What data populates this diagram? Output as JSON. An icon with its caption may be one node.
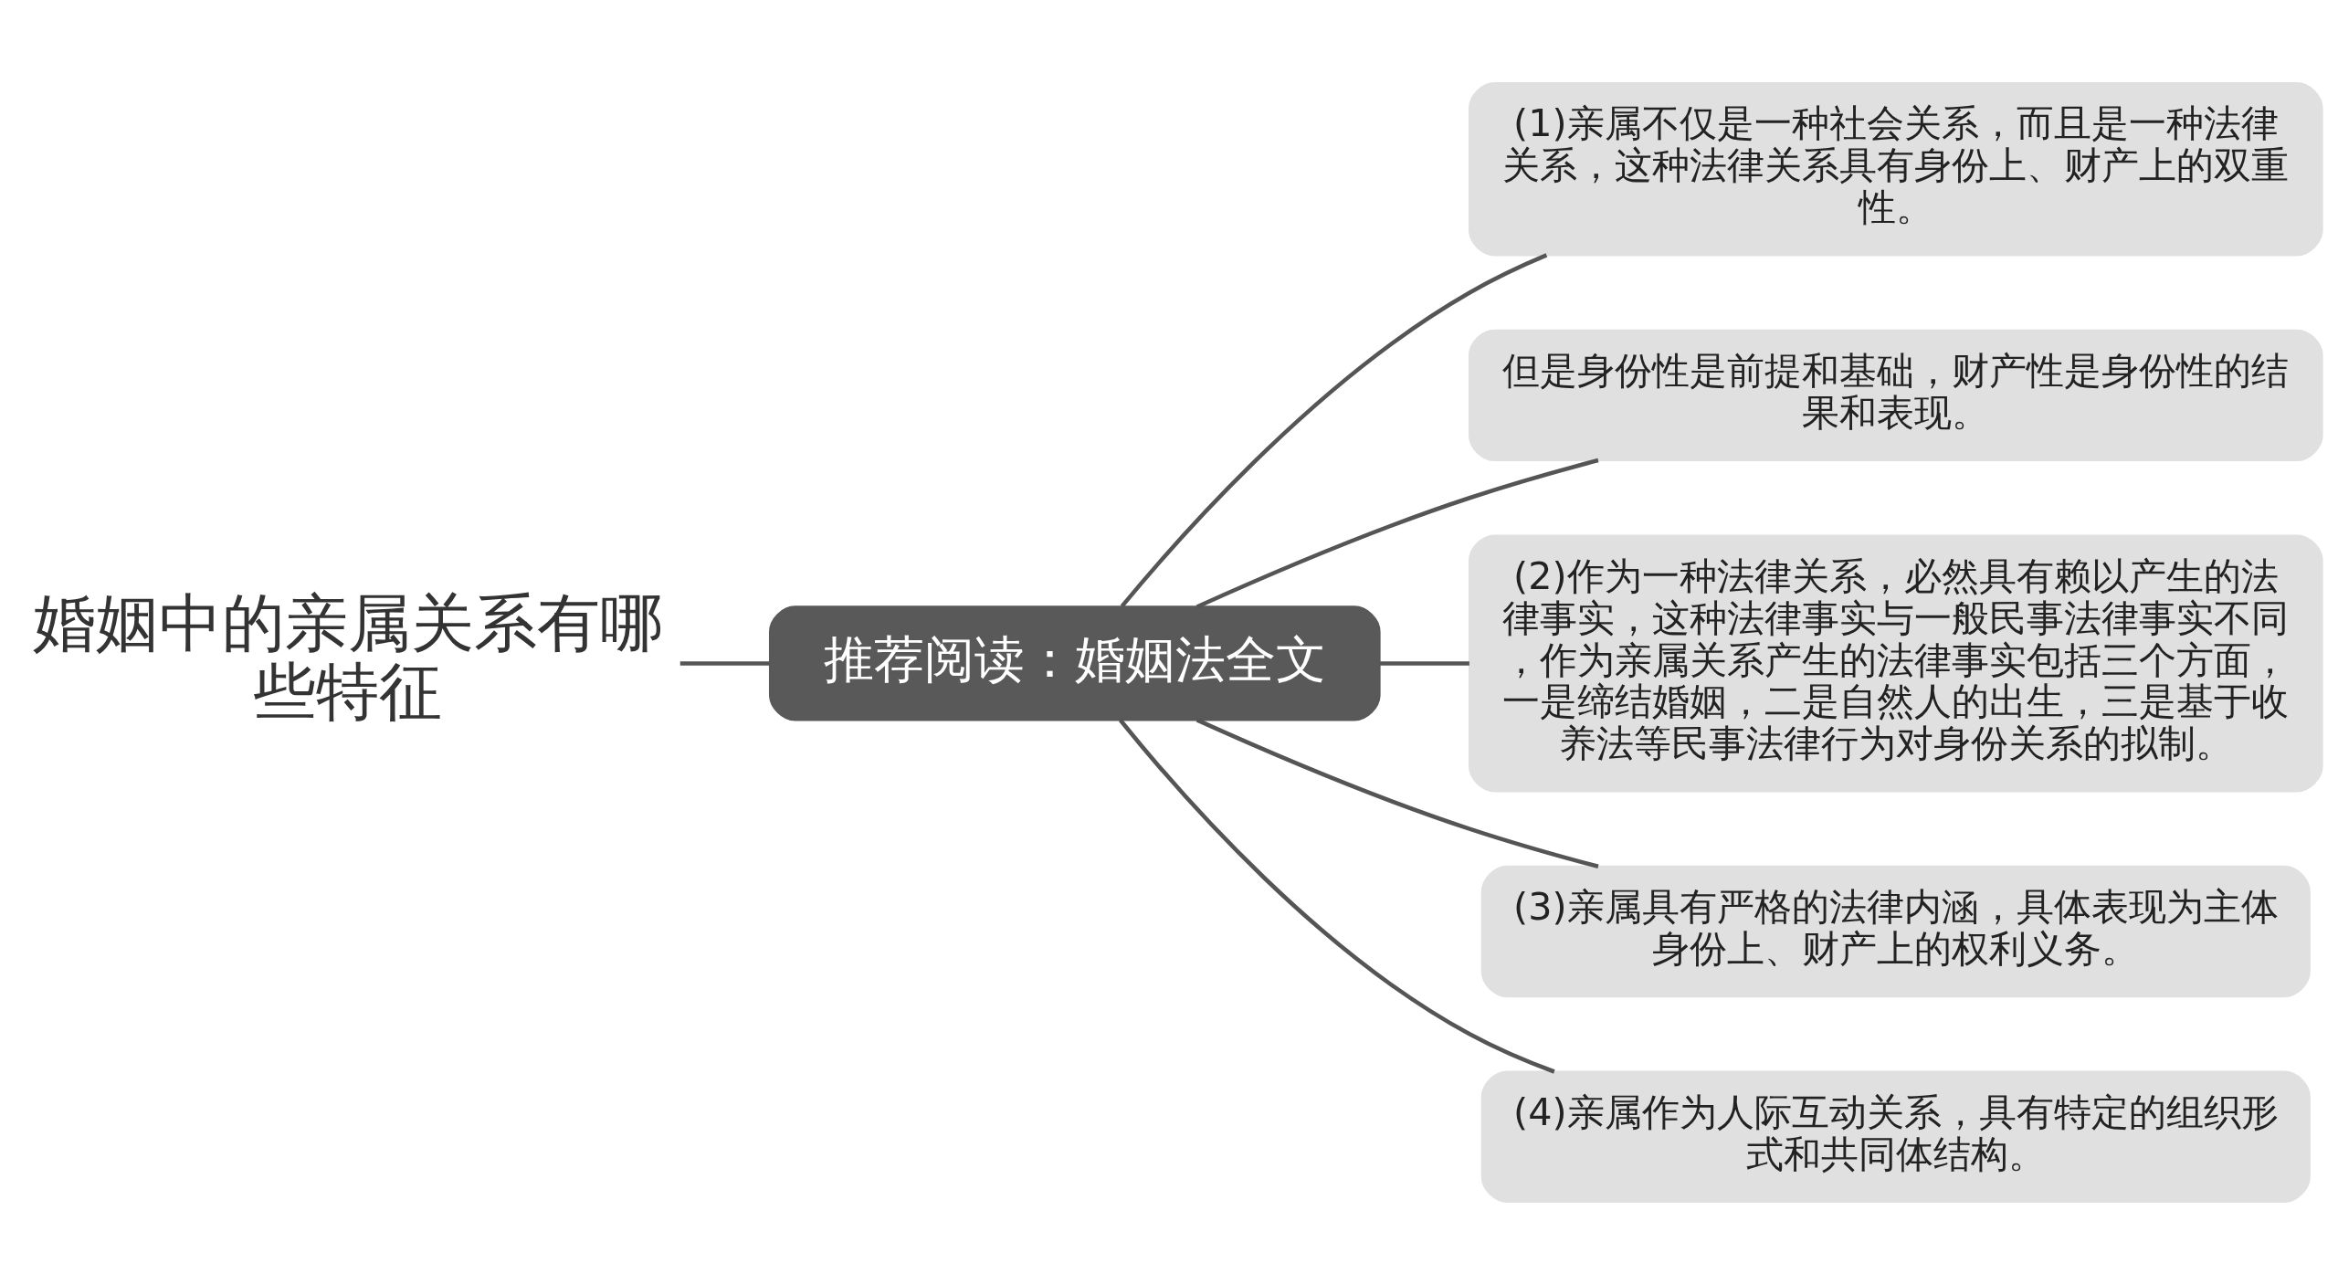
{
  "diagram": {
    "nodes": [
      {
        "text": [
          "婚姻中的亲属关系有哪些特征"
        ]
      },
      {
        "text": [
          "推荐阅读：婚姻法全文"
        ]
      },
      {
        "text": [
          "(1)亲属不仅是一种社会关系，而且是一种法律关系，这种法律关系具有身份上、财产上的双重性。"
        ]
      },
      {
        "text": [
          "但是身份性是前提和基础，财产性是身份性的结果和表现。"
        ]
      },
      {
        "text": [
          "(2)作为一种法律关系，必然具有赖以产生的法律事实，这种法律事实与一般民事法律事实不同，作为亲属关系产生的法律事实包括三个方面，一是缔结婚姻，二是自然人的出生，三是基于收养法等民事法律行为对身份关系的拟制。"
        ]
      },
      {
        "text": [
          "(3)亲属具有严格的法律内涵，具体表现为主体身份上、财产上的权利义务。"
        ]
      },
      {
        "text": [
          "(4)亲属作为人际互动关系，具有特定的组织形式和共同体结构。"
        ]
      }
    ],
    "edges": [
      {
        "from": 0,
        "to": 1,
        "arrow": "none"
      },
      {
        "from": 1,
        "to": 2,
        "arrow": "none"
      },
      {
        "from": 1,
        "to": 3,
        "arrow": "none"
      },
      {
        "from": 1,
        "to": 4,
        "arrow": "none"
      },
      {
        "from": 1,
        "to": 5,
        "arrow": "none"
      },
      {
        "from": 1,
        "to": 6,
        "arrow": "none"
      }
    ]
  }
}
